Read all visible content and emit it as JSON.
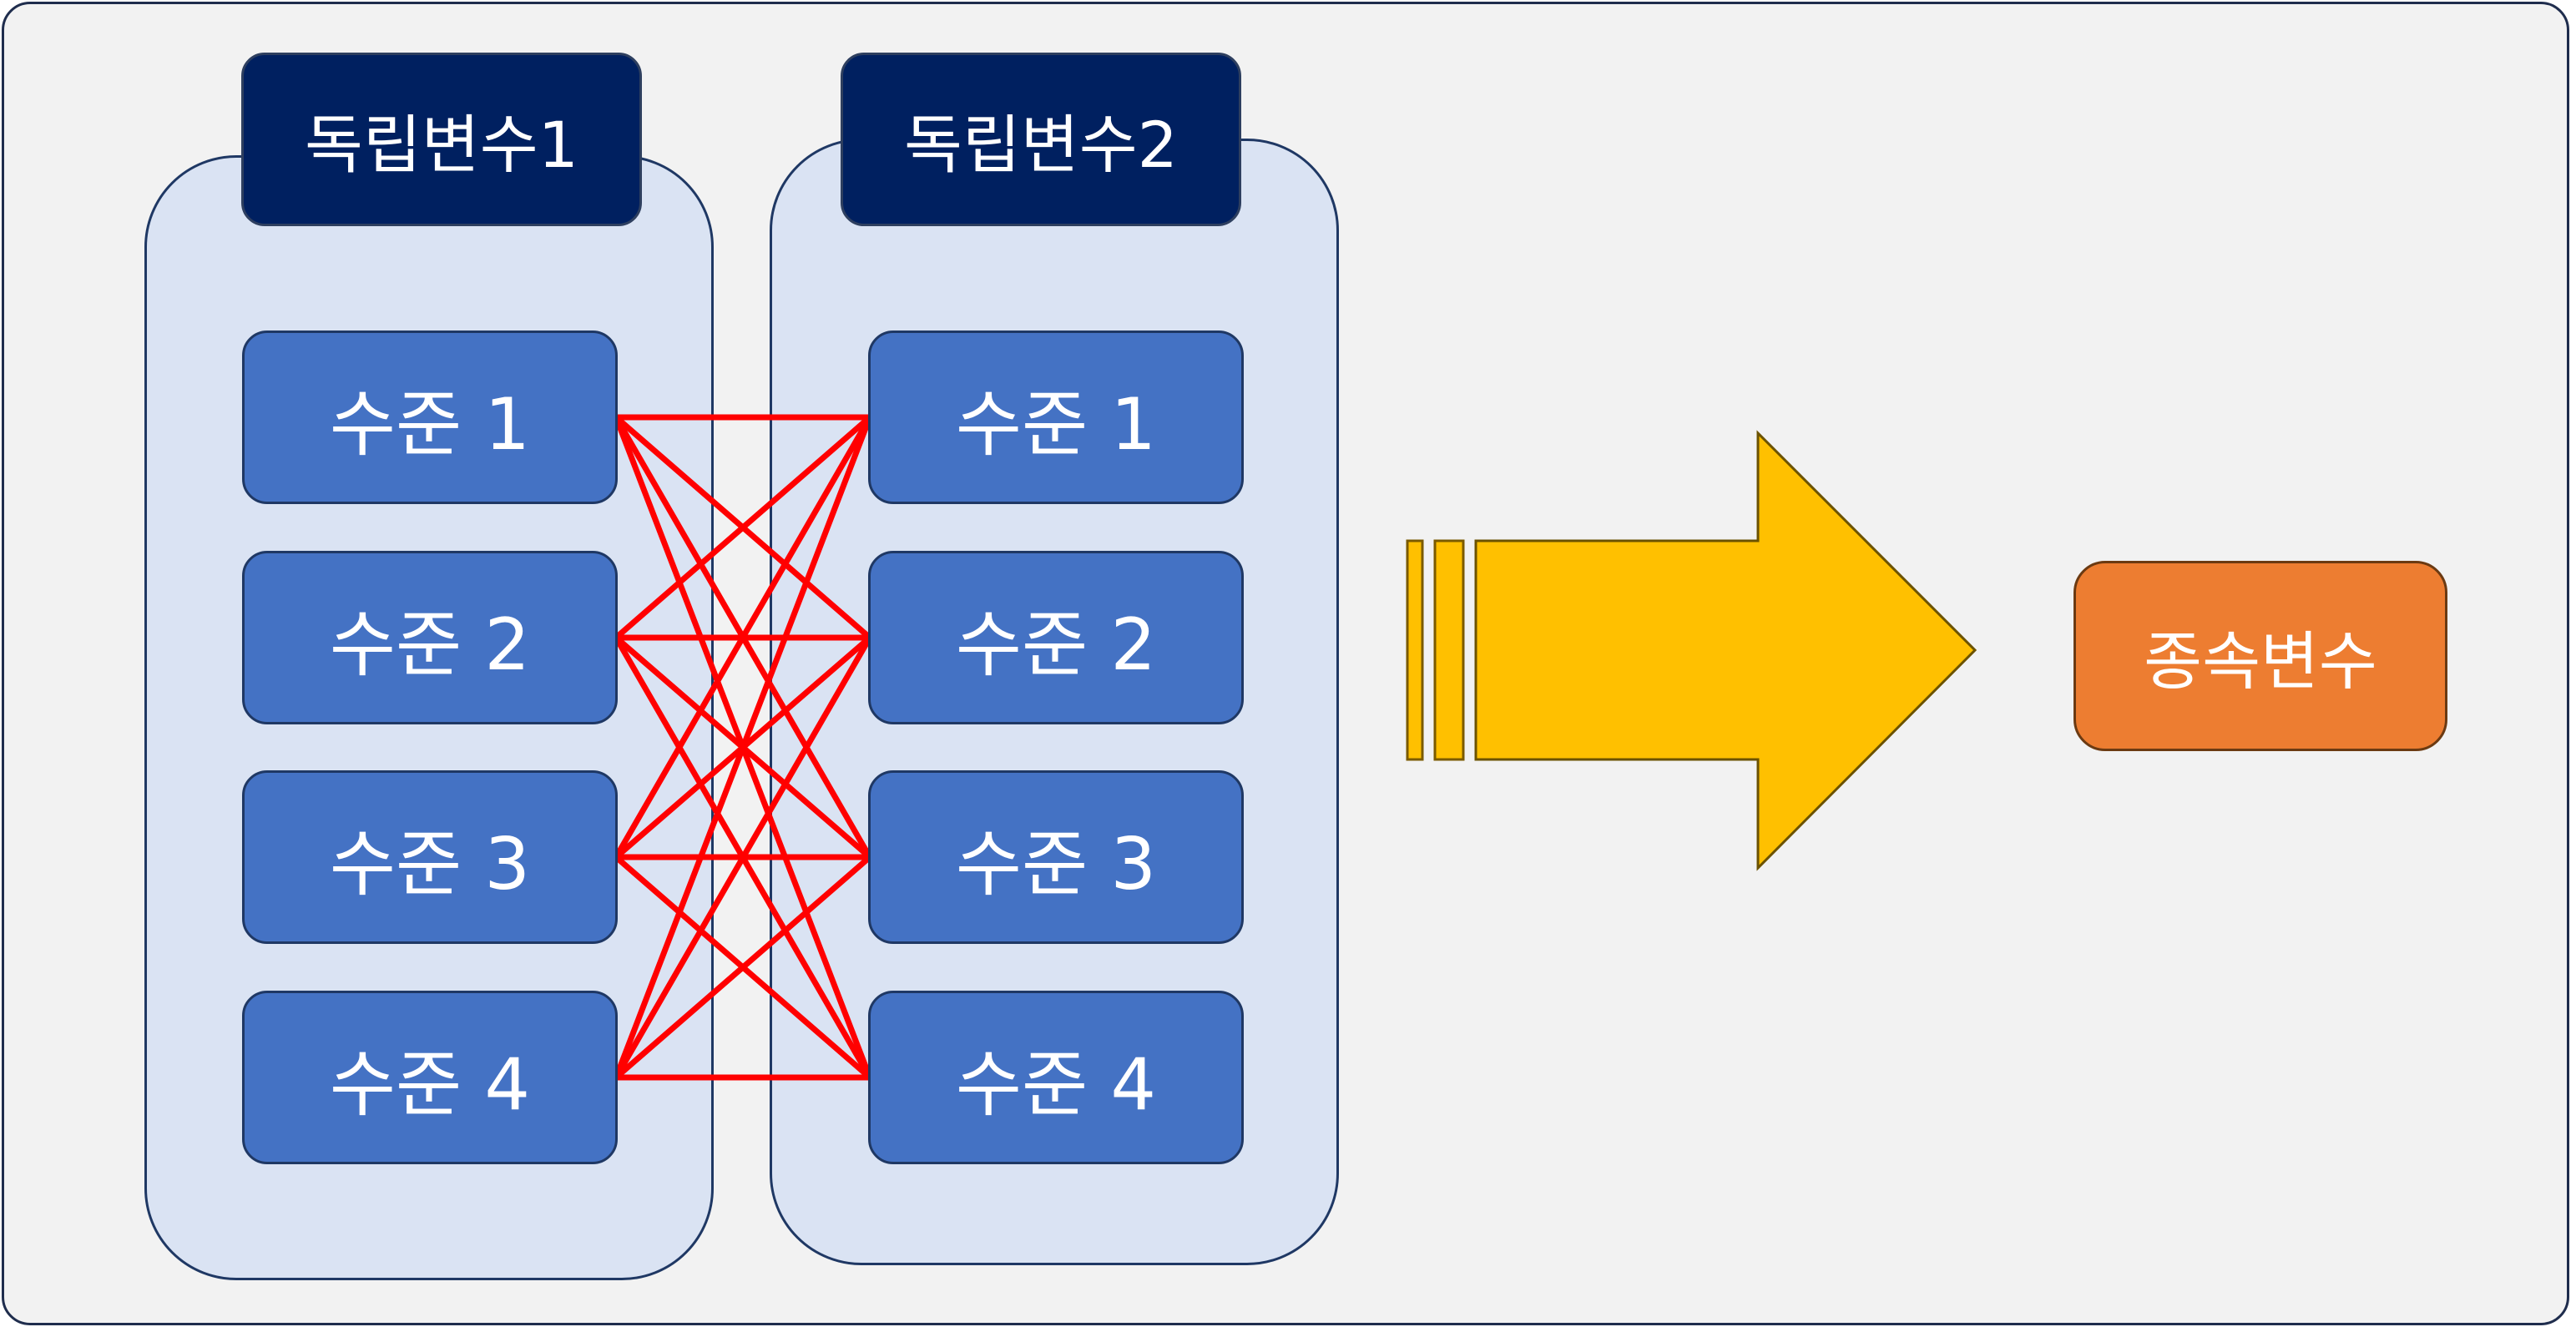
{
  "independent_vars": [
    {
      "title": "독립변수1",
      "levels": [
        "수준 1",
        "수준 2",
        "수준 3",
        "수준 4"
      ]
    },
    {
      "title": "독립변수2",
      "levels": [
        "수준 1",
        "수준 2",
        "수준 3",
        "수준 4"
      ]
    }
  ],
  "dependent_var": "종속변수",
  "colors": {
    "background": "#f2f2f2",
    "group_fill": "#dae3f3",
    "tab_fill": "#002060",
    "level_fill": "#4472c4",
    "connector": "#ff0000",
    "arrow": "#ffc000",
    "dependent_fill": "#ed7d31"
  }
}
